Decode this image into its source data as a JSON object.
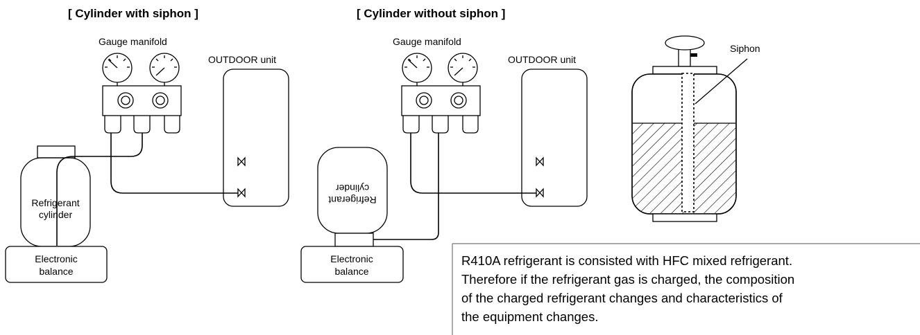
{
  "left": {
    "title": "[ Cylinder with siphon ]",
    "gauge_label": "Gauge manifold",
    "outdoor_label": "OUTDOOR unit",
    "cylinder_line1": "Refrigerant",
    "cylinder_line2": "cylinder",
    "balance_line1": "Electronic",
    "balance_line2": "balance"
  },
  "right": {
    "title": "[ Cylinder without siphon ]",
    "gauge_label": "Gauge manifold",
    "outdoor_label": "OUTDOOR unit",
    "cylinder_line1": "Refrigerant",
    "cylinder_line2": "cylinder",
    "balance_line1": "Electronic",
    "balance_line2": "balance"
  },
  "siphon_label": "Siphon",
  "note": {
    "line1": "R410A refrigerant is consisted with HFC mixed refrigerant.",
    "line2": "Therefore if the refrigerant gas is charged, the composition",
    "line3": "of the charged refrigerant changes and characteristics of",
    "line4": "the equipment changes."
  }
}
